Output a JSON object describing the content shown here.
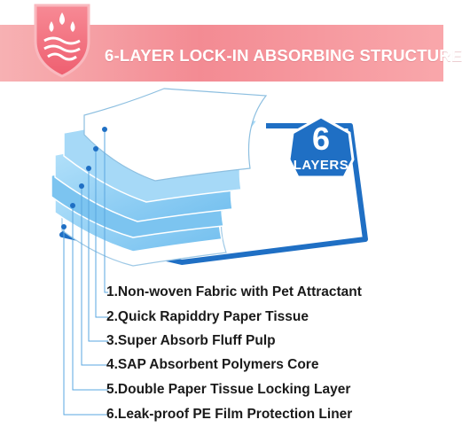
{
  "banner": {
    "title": "6-LAYER LOCK-IN ABSORBING STRUCTURE",
    "icon": "shield-droplets-icon",
    "colors": {
      "banner": "#f38b93",
      "shield": "#f36f7d"
    }
  },
  "badge": {
    "number": "6",
    "word": "LAYERS",
    "color": "#1f6fc4"
  },
  "layers": [
    {
      "label": "1.Non-woven Fabric with Pet Attractant"
    },
    {
      "label": "2.Quick Rapiddry Paper Tissue"
    },
    {
      "label": "3.Super Absorb Fluff Pulp"
    },
    {
      "label": "4.SAP Absorbent Polymers Core"
    },
    {
      "label": "5.Double Paper Tissue Locking Layer"
    },
    {
      "label": "6.Leak-proof PE Film Protection Liner"
    }
  ],
  "colors": {
    "accent": "#1f6fc4",
    "layer_blue": "#8fd0f4",
    "paper": "#ffffff"
  }
}
